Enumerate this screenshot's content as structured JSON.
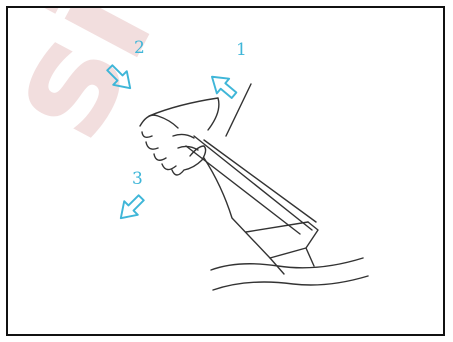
{
  "figure": {
    "step_labels": [
      "1",
      "2",
      "3"
    ],
    "watermark_text": "sic",
    "colors": {
      "arrow": "#3fb6d8",
      "label": "#3fb6d8",
      "line": "#333333",
      "frame": "#111111",
      "watermark": "#f2dede"
    },
    "icons": [
      "arrow-up-right-icon",
      "arrow-down-right-icon",
      "arrow-down-left-icon"
    ]
  }
}
